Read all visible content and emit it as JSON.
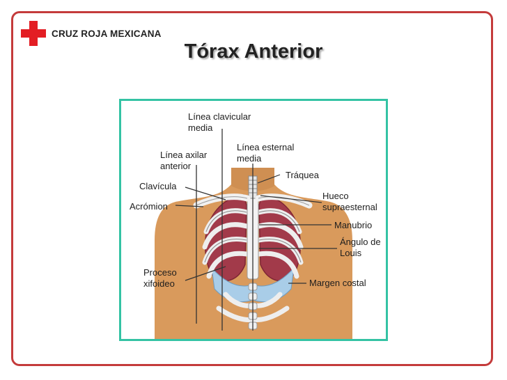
{
  "header": {
    "brand": "CRUZ ROJA MEXICANA",
    "title": "Tórax Anterior"
  },
  "diagram": {
    "labels": {
      "linea_clavicular_1": "Línea clavicular",
      "linea_clavicular_2": "media",
      "linea_axilar_1": "Línea axilar",
      "linea_axilar_2": "anterior",
      "linea_esternal_1": "Línea esternal",
      "linea_esternal_2": "media",
      "traquea": "Tráquea",
      "clavicula": "Clavícula",
      "acromion": "Acrómion",
      "hueco_1": "Hueco",
      "hueco_2": "supraesternal",
      "manubrio": "Manubrio",
      "angulo_1": "Ángulo de",
      "angulo_2": "Louis",
      "proceso_1": "Proceso",
      "proceso_2": "xifoideo",
      "margen_costal": "Margen costal"
    }
  },
  "colors": {
    "frame_border": "#c43b3b",
    "figure_border": "#34c3a4",
    "cross": "#e31e24",
    "skin": "#d99a5c",
    "lung": "#a23a4a",
    "bone": "#eeeeee",
    "cartilage": "#a9cde8"
  }
}
